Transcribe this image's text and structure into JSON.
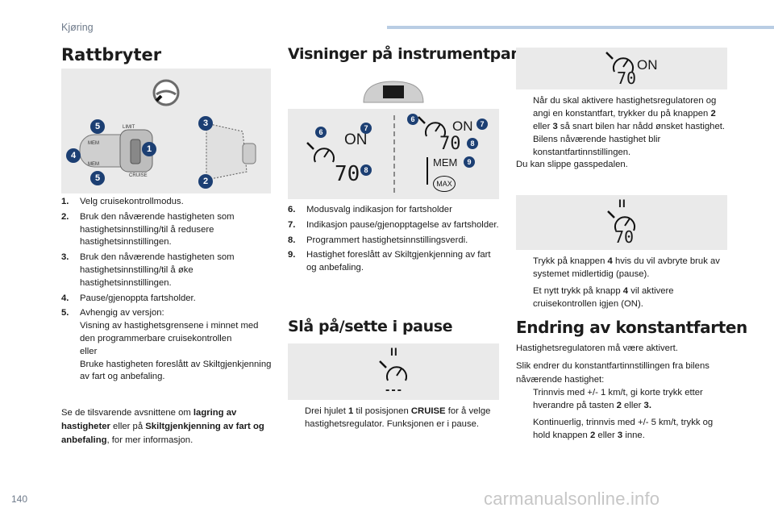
{
  "header": {
    "section": "Kjøring"
  },
  "page_number": "140",
  "watermark": "carmanualsonline.info",
  "rattbryter": {
    "title": "Rattbryter",
    "items": [
      {
        "n": "1.",
        "text": "Velg cruisekontrollmodus."
      },
      {
        "n": "2.",
        "text": "Bruk den nåværende hastigheten som hastighetsinnstilling/til å redusere hastighetsinnstillingen."
      },
      {
        "n": "3.",
        "text": "Bruk den nåværende hastigheten som hastighetsinnstilling/til å øke hastighetsinnstillingen."
      },
      {
        "n": "4.",
        "text": "Pause/gjenoppta fartsholder."
      },
      {
        "n": "5.",
        "text": "Avhengig av versjon:\nVisning av hastighetsgrensene i minnet med den programmerbare cruisekontrollen\neller\nBruke hastigheten foreslått av Skiltgjenkjenning av fart og anbefaling."
      }
    ],
    "note_pre": "Se de tilsvarende avsnittene om ",
    "note_b1": "lagring av hastigheter",
    "note_mid": " eller på ",
    "note_b2": "Skiltgjenkjenning av fart og anbefaling",
    "note_post": ", for mer informasjon.",
    "diagram": {
      "badges": [
        "1",
        "2",
        "3",
        "4",
        "5",
        "5"
      ],
      "labels": {
        "mem": "MEM",
        "cruise": "CRUISE",
        "lim": "LIMIT"
      }
    }
  },
  "visninger": {
    "title": "Visninger på instrumentpanelet",
    "items": [
      {
        "n": "6.",
        "text": "Modusvalg indikasjon for fartsholder"
      },
      {
        "n": "7.",
        "text": "Indikasjon pause/gjenopptagelse av fartsholder."
      },
      {
        "n": "8.",
        "text": "Programmert hastighetsinnstillingsverdi."
      },
      {
        "n": "9.",
        "text": "Hastighet foreslått av Skiltgjenkjenning av fart og anbefaling."
      }
    ],
    "display": {
      "left": {
        "status": "ON",
        "speed": "70",
        "badges": [
          "6",
          "7",
          "8"
        ]
      },
      "right": {
        "status": "ON",
        "speed": "70",
        "mem": "MEM",
        "max": "MAX",
        "badges": [
          "6",
          "7",
          "8",
          "9"
        ]
      }
    }
  },
  "sla": {
    "title": "Slå på/sette i pause",
    "bullet_pre": "Drei hjulet ",
    "bullet_b1": "1",
    "bullet_mid": " til posisjonen ",
    "bullet_b2": "CRUISE",
    "bullet_post": " for å velge hastighetsregulator. Funksjonen er i pause.",
    "display": {
      "pause": "II",
      "speed": "---"
    }
  },
  "right_col": {
    "top_display": {
      "status": "ON",
      "speed": "70"
    },
    "bullet1_pre": "Når du skal aktivere hastighetsregulatoren og angi en konstantfart, trykker du på knappen ",
    "bullet1_b1": "2",
    "bullet1_mid": " eller ",
    "bullet1_b2": "3",
    "bullet1_post": " så snart bilen har nådd ønsket hastighet. Bilens nåværende hastighet blir konstantfartinnstillingen.",
    "after_bullet": "Du kan slippe gasspedalen.",
    "pause_display": {
      "pause": "II",
      "speed": "70"
    },
    "bullet2_pre": "Trykk på knappen ",
    "bullet2_b": "4",
    "bullet2_post": " hvis du vil avbryte bruk av systemet midlertidig (pause).",
    "bullet3_pre": "Et nytt trykk på knapp ",
    "bullet3_b": "4",
    "bullet3_post": " vil aktivere cruisekontrollen igjen (ON)."
  },
  "endring": {
    "title": "Endring av konstantfarten",
    "intro": "Hastighetsregulatoren må være aktivert.",
    "intro2": "Slik endrer du konstantfartinnstillingen fra bilens nåværende hastighet:",
    "b1_pre": "Trinnvis med +/- 1 km/t, gi korte trykk etter hverandre på tasten ",
    "b1_b1": "2",
    "b1_mid": " eller ",
    "b1_b2": "3.",
    "b2_pre": "Kontinuerlig, trinnvis med +/- 5 km/t, trykk og hold knappen ",
    "b2_b1": "2",
    "b2_mid": " eller ",
    "b2_b2": "3",
    "b2_post": " inne."
  },
  "bullet_marker": "",
  "colors": {
    "badge": "#1c3f73",
    "header_bar": "#b9cde4",
    "image_bg": "#eaeaea"
  },
  "icons": [
    "speedometer-icon",
    "steering-wheel-icon",
    "cluster-icon",
    "pause-icon"
  ]
}
